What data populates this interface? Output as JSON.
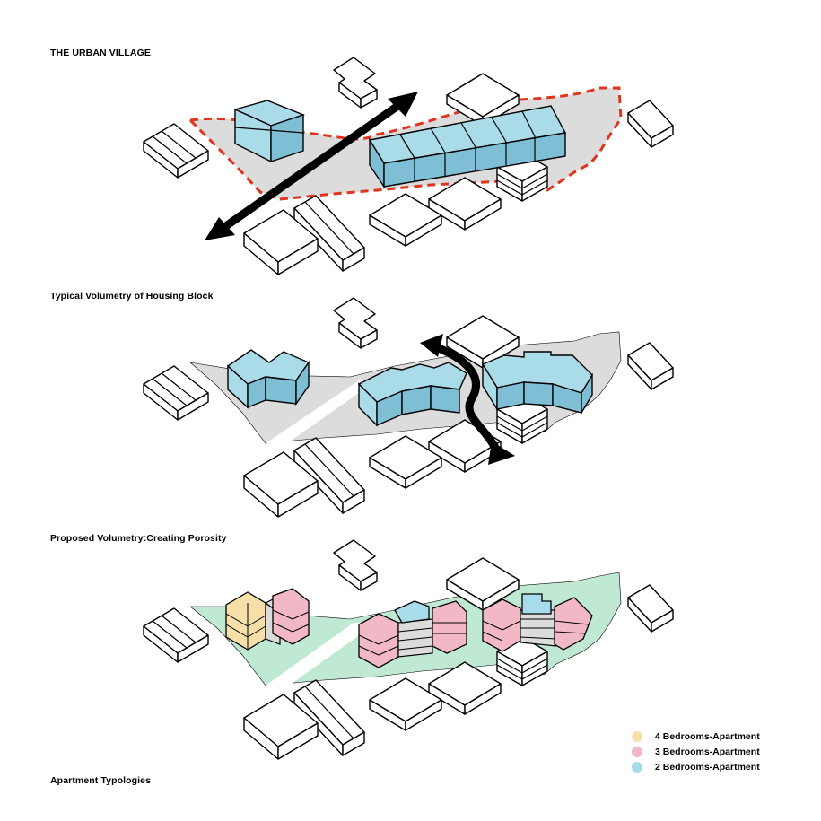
{
  "captions": {
    "diagram1": "THE URBAN VILLAGE",
    "diagram2": "Typical Volumetry of Housing Block",
    "diagram3": "Proposed Volumetry:Creating Porosity",
    "diagram4": "Apartment Typologies"
  },
  "legend": [
    {
      "label": "4 Bedrooms-Apartment",
      "color": "#f6dfa8"
    },
    {
      "label": "3 Bedrooms-Apartment",
      "color": "#f3b8c6"
    },
    {
      "label": "2 Bedrooms-Apartment",
      "color": "#a8dcea"
    }
  ],
  "colors": {
    "blue_top": "#a9dbe8",
    "blue_side": "#7fbfd6",
    "site_grey": "#dcdcdc",
    "site_green": "#bfe9d3",
    "boundary_red": "#e0341e",
    "arrow": "#000000",
    "context_block": "#ffffff"
  }
}
